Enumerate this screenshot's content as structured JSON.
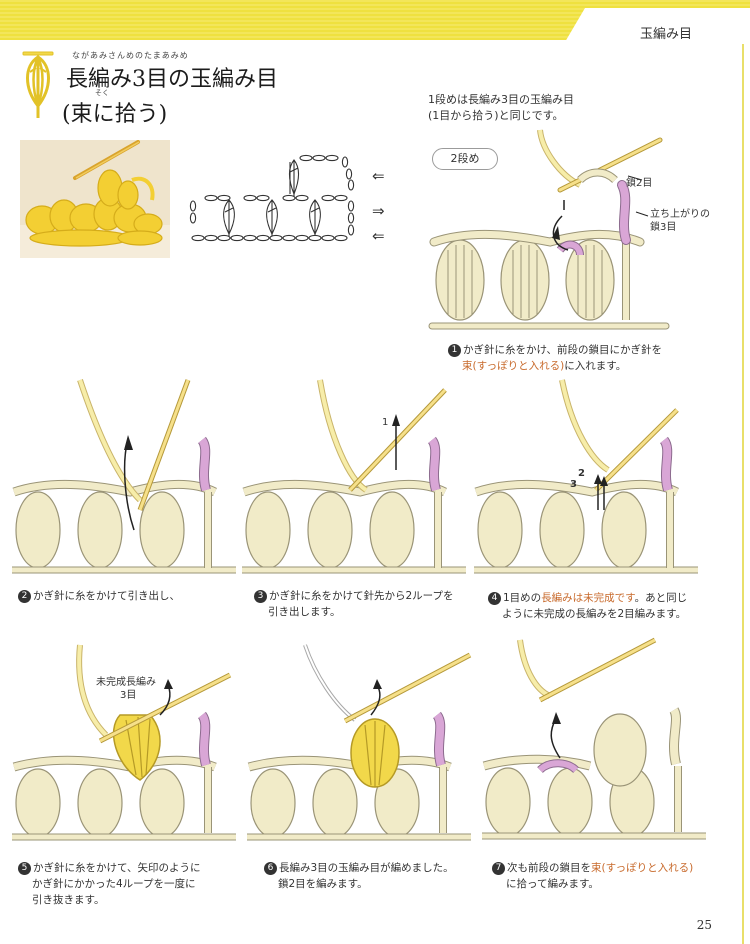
{
  "header": {
    "section": "玉編み目",
    "page_number": "25"
  },
  "title": {
    "ruby": "ながあみさんめのたまあみめ",
    "main": "長編み3目の玉編み目",
    "sub": "(束に拾う)",
    "sub_ruby": "そく"
  },
  "intro_note": {
    "line1": "1段めは長編み3目の玉編み目",
    "line2": "(1目から拾う)と同じです。"
  },
  "round_label": "2段め",
  "chart_arrows": [
    "⇐",
    "⇒",
    "⇐"
  ],
  "step1_labels": {
    "chain2": "鎖2目",
    "turning_chain_1": "立ち上がりの",
    "turning_chain_2": "鎖3目"
  },
  "step5_labels": {
    "line1": "未完成長編み",
    "line2": "3目"
  },
  "step3_mark": "1",
  "step4_marks": [
    "2",
    "3"
  ],
  "steps": [
    {
      "num": "1",
      "l1_pre": "かぎ針に糸をかけ、前段の鎖目にかぎ針を",
      "l2_hl": "束(すっぽりと入れる)",
      "l2_post": "に入れます。"
    },
    {
      "num": "2",
      "l1": "かぎ針に糸をかけて引き出し、"
    },
    {
      "num": "3",
      "l1": "かぎ針に糸をかけて針先から2ループを",
      "l2": "引き出します。"
    },
    {
      "num": "4",
      "l1_pre": "1目めの",
      "l1_hl": "長編みは未完成です",
      "l1_post": "。あと同じ",
      "l2": "ように未完成の長編みを2目編みます。"
    },
    {
      "num": "5",
      "l1": "かぎ針に糸をかけて、矢印のように",
      "l2": "かぎ針にかかった4ループを一度に",
      "l3": "引き抜きます。"
    },
    {
      "num": "6",
      "l1": "長編み3目の玉編み目が編めました。",
      "l2": "鎖2目を編みます。"
    },
    {
      "num": "7",
      "l1_pre": "次も前段の鎖目を",
      "l1_hl": "束(すっぽりと入れる)",
      "l2": "に拾って編みます。"
    }
  ],
  "colors": {
    "band": "#efe13f",
    "yarn": "#f1ebc8",
    "yarn_outline": "#9a9477",
    "pink": "#d9a6d6",
    "hook": "#f6e08a",
    "ball": "#f2d84a",
    "highlight": "#c86a2c"
  }
}
